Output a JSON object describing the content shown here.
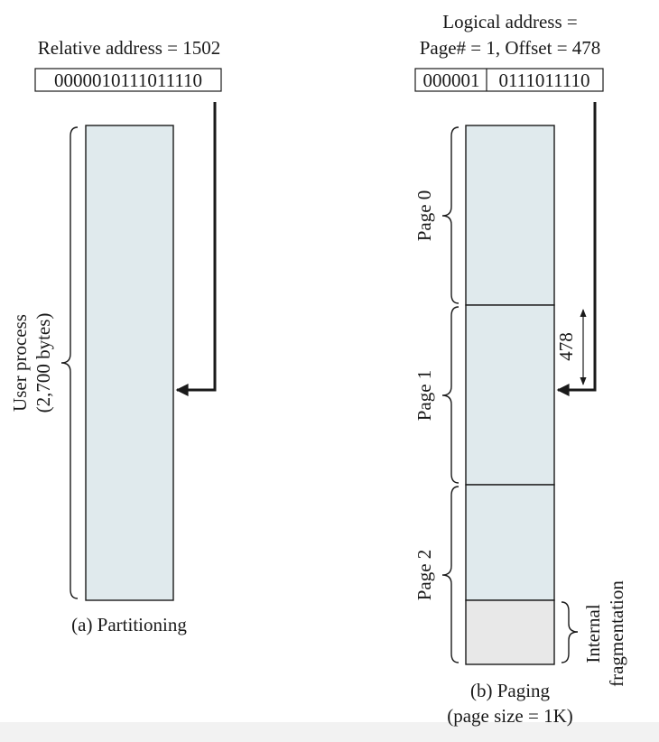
{
  "partitioning": {
    "title": "Relative address = 1502",
    "bits": "0000010111011110",
    "brace_label_line1": "User process",
    "brace_label_line2": "(2,700 bytes)",
    "caption": "(a) Partitioning"
  },
  "paging": {
    "title_line1": "Logical address =",
    "title_line2": "Page# = 1, Offset = 478",
    "page_bits": "000001",
    "offset_bits": "0111011110",
    "pages": [
      "Page 0",
      "Page 1",
      "Page 2"
    ],
    "offset_label": "478",
    "fragmentation_line1": "Internal",
    "fragmentation_line2": "fragmentation",
    "caption_line1": "(b) Paging",
    "caption_line2": "(page size = 1K)"
  },
  "colors": {
    "memory_fill": "#e0eaed",
    "fragment_fill": "#e8e8e8",
    "ink": "#1a1a1a"
  }
}
